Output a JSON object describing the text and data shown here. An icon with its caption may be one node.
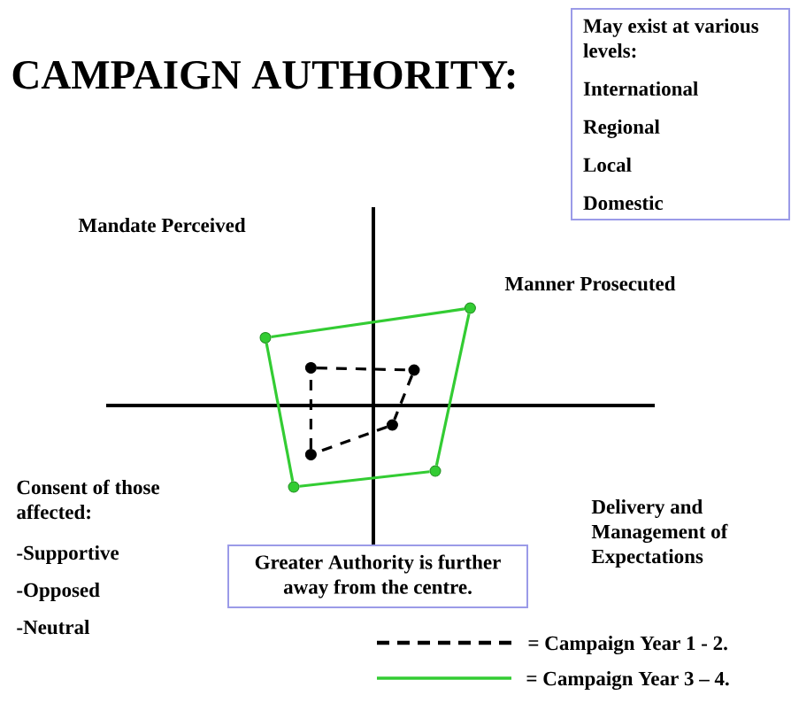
{
  "diagram": {
    "title": "CAMPAIGN AUTHORITY:",
    "nodes": [
      {
        "text": [
          "May exist at various levels:",
          "International",
          "Regional",
          "Local",
          "Domestic"
        ]
      },
      {
        "text": [],
        "shape": "circle"
      },
      {
        "text": [],
        "shape": "circle"
      },
      {
        "text": [],
        "shape": "circle"
      },
      {
        "text": [],
        "shape": "circle"
      },
      {
        "text": [],
        "shape": "circle"
      },
      {
        "text": [],
        "shape": "circle"
      },
      {
        "text": [],
        "shape": "circle"
      },
      {
        "text": [],
        "shape": "circle"
      },
      {
        "text": [
          "Greater Authority is further away from the centre."
        ]
      }
    ],
    "edges": [
      {
        "from": 3,
        "to": 4,
        "arrow": "none",
        "style": "dashed"
      },
      {
        "from": 4,
        "to": 5,
        "arrow": "none",
        "style": "dashed"
      },
      {
        "from": 5,
        "to": 6,
        "arrow": "none",
        "style": "dashed"
      },
      {
        "from": 6,
        "to": 3,
        "arrow": "none",
        "style": "dashed"
      },
      {
        "from": 2,
        "to": 1,
        "arrow": "none",
        "color": "#33cc33"
      },
      {
        "from": 1,
        "to": 7,
        "arrow": "none",
        "color": "#33cc33"
      },
      {
        "from": 7,
        "to": 8,
        "arrow": "none",
        "color": "#33cc33"
      },
      {
        "from": 8,
        "to": 2,
        "arrow": "none",
        "color": "#33cc33"
      }
    ],
    "labels": [
      "Mandate Perceived",
      "Manner Prosecuted",
      "Consent of those affected:",
      "-Supportive",
      "-Opposed",
      "-Neutral",
      "Delivery and Management of Expectations"
    ],
    "legend": [
      {
        "text": "= Campaign Year 1 - 2."
      },
      {
        "text": "= Campaign Year 3 – 4."
      }
    ]
  }
}
